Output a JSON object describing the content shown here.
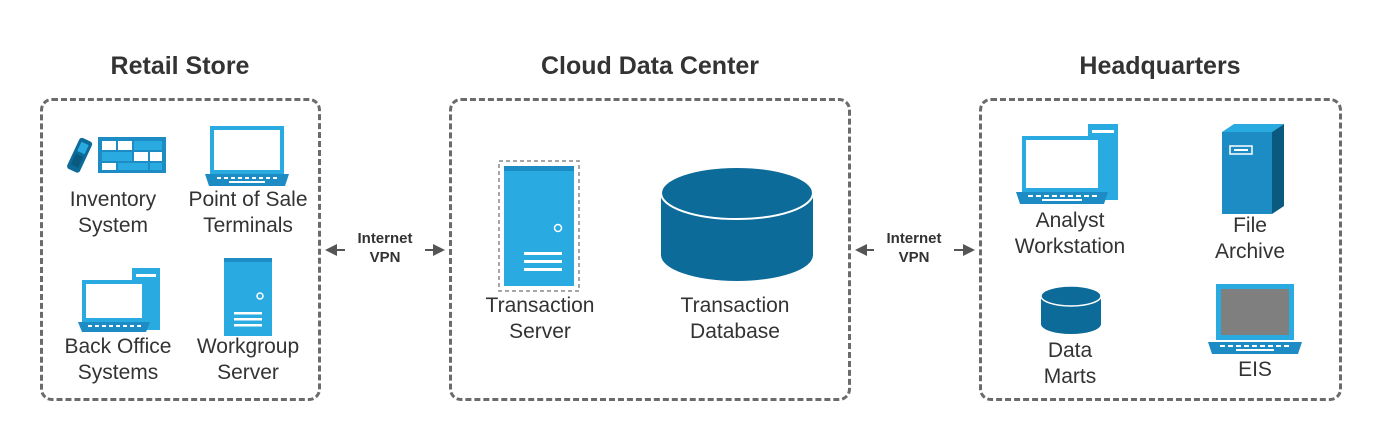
{
  "zones": {
    "retail": {
      "title": "Retail Store"
    },
    "cloud": {
      "title": "Cloud Data Center"
    },
    "hq": {
      "title": "Headquarters"
    }
  },
  "retail_items": {
    "inventory": [
      "Inventory",
      "System"
    ],
    "pos": [
      "Point of Sale",
      "Terminals"
    ],
    "back_office": [
      "Back Office",
      "Systems"
    ],
    "workgroup": [
      "Workgroup",
      "Server"
    ]
  },
  "cloud_items": {
    "server": [
      "Transaction",
      "Server"
    ],
    "database": [
      "Transaction",
      "Database"
    ]
  },
  "hq_items": {
    "analyst": [
      "Analyst",
      "Workstation"
    ],
    "file_archive": [
      "File",
      "Archive"
    ],
    "data_marts": [
      "Data",
      "Marts"
    ],
    "eis": [
      "EIS"
    ]
  },
  "links": {
    "left": [
      "Internet",
      "VPN"
    ],
    "right": [
      "Internet",
      "VPN"
    ]
  },
  "colors": {
    "light_blue": "#29aae1",
    "dark_blue": "#0c6b99",
    "border": "#6b6b6b"
  }
}
